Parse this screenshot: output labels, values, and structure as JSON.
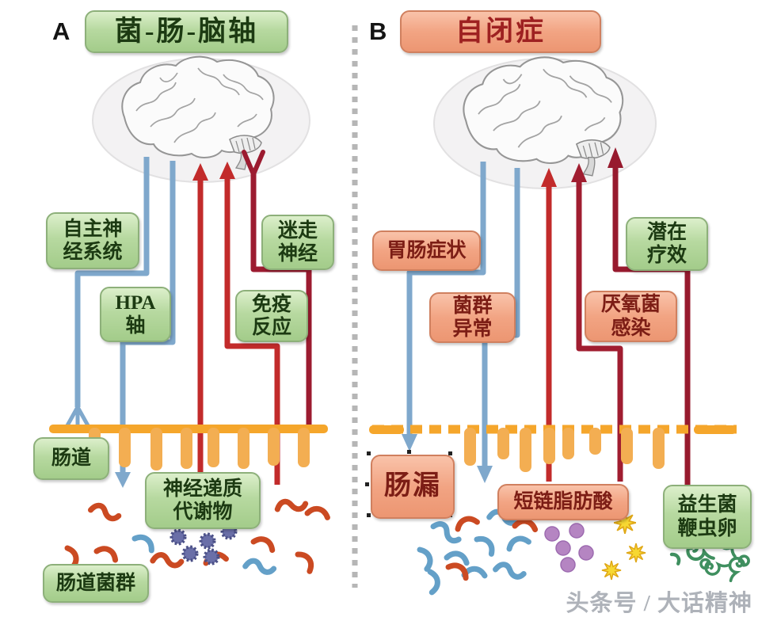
{
  "colors": {
    "green_box": "#a8cf90",
    "salmon_box": "#f2a483",
    "arrow_blue": "#7fa8cc",
    "arrow_red": "#c22b2b",
    "arrow_dark_red": "#9c1b30",
    "barrier_orange": "#f5a62b",
    "bacteria_red": "#cb4a22",
    "bacteria_blue": "#64a0c8",
    "metabolite_purple": "#6a6fa8",
    "blob_purple": "#b585c2",
    "star_yellow": "#f7d832",
    "worm_green": "#3f8f5f"
  },
  "icons": {
    "brain": "gray line-art brain inside pale ellipse",
    "gut_barrier": "orange comb-shaped intestinal barrier",
    "bacteria": "curved rod-shaped microbes",
    "metabolite_dots": "spiky purple spheres",
    "scfa_stars": "yellow starbursts",
    "whipworm_eggs": "green spiral worms"
  },
  "watermark": "头条号 / 大话精神",
  "panel_a": {
    "letter": "A",
    "title": "菌-肠-脑轴",
    "labels": {
      "autonomic": "自主神\n经系统",
      "hpa": "HPA\n轴",
      "vagus": "迷走\n神经",
      "immune": "免疫\n反应",
      "gut": "肠道",
      "neurotransmitters": "神经递质\n代谢物",
      "gut_microbiota": "肠道菌群"
    }
  },
  "panel_b": {
    "letter": "B",
    "title": "自闭症",
    "labels": {
      "gi_symptoms": "胃肠症状",
      "flora_abnormal": "菌群\n异常",
      "anaerobic_infection": "厌氧菌\n感染",
      "potential_therapy": "潜在\n疗效",
      "leaky_gut": "肠漏",
      "scfa": "短链脂肪酸",
      "probiotics_whipworm": "益生菌\n鞭虫卵"
    }
  }
}
